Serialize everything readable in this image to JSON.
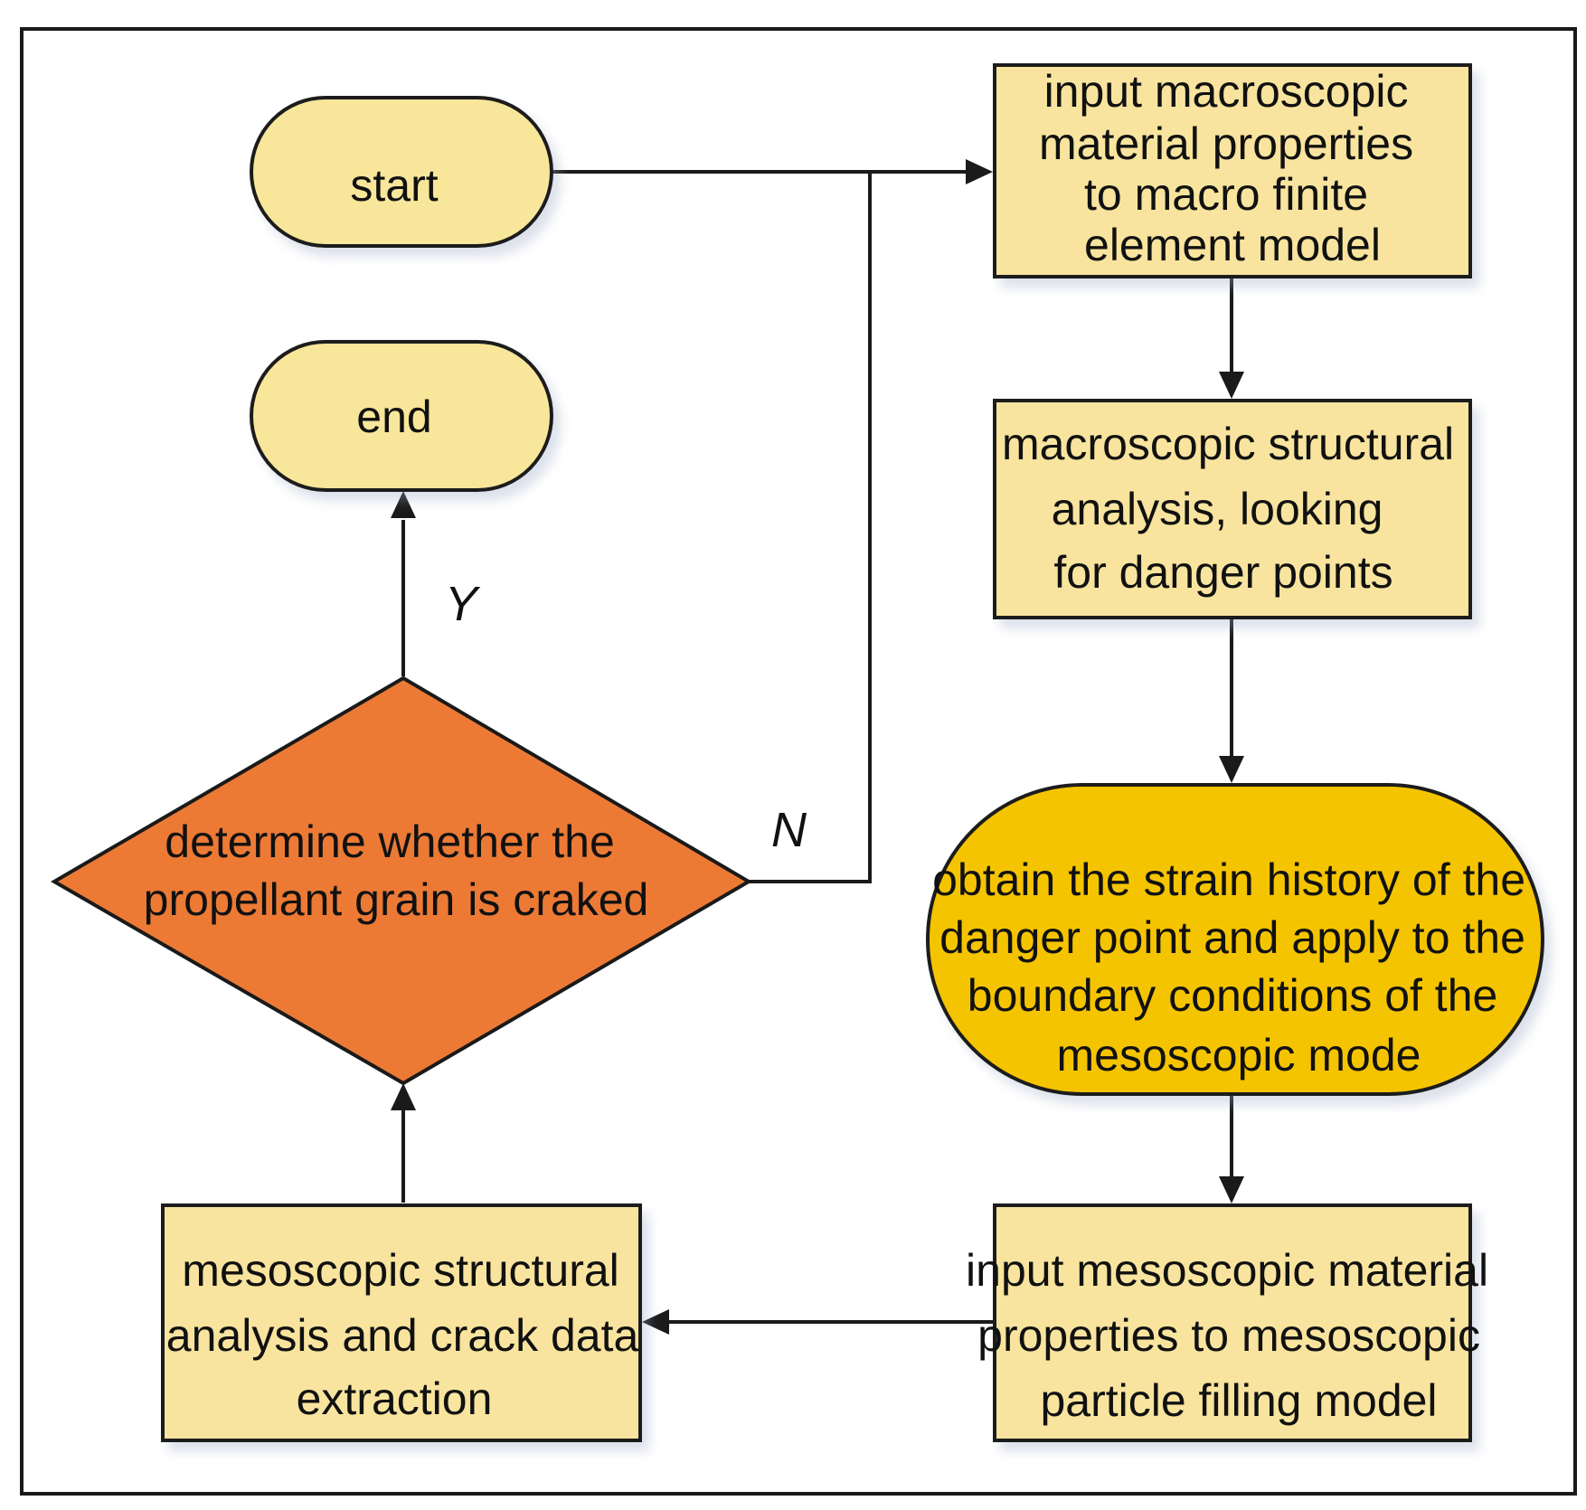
{
  "nodes": {
    "start": {
      "label": "start"
    },
    "end": {
      "label": "end"
    },
    "input_macro": {
      "lines": [
        "input macroscopic",
        "material properties",
        "to macro finite",
        "element model"
      ]
    },
    "macro_analysis": {
      "lines": [
        "macroscopic structural",
        "analysis, looking",
        "for danger points"
      ]
    },
    "strain_history": {
      "lines": [
        "obtain the strain history of the",
        "danger point and apply to the",
        "boundary conditions of the",
        "mesoscopic mode"
      ]
    },
    "input_meso": {
      "lines": [
        "input mesoscopic material",
        "properties to mesoscopic",
        "particle filling model"
      ]
    },
    "meso_analysis": {
      "lines": [
        "mesoscopic structural",
        "analysis and crack data",
        "extraction"
      ]
    },
    "decision": {
      "lines": [
        "determine whether the",
        "propellant grain is craked"
      ]
    }
  },
  "branches": {
    "yes": "Y",
    "no": "N"
  },
  "colors": {
    "terminal_fill": "#f8e69a",
    "process_fill": "#f8e49e",
    "highlight_fill": "#f5c400",
    "decision_fill": "#ec7a35",
    "stroke": "#1a1a1a"
  }
}
